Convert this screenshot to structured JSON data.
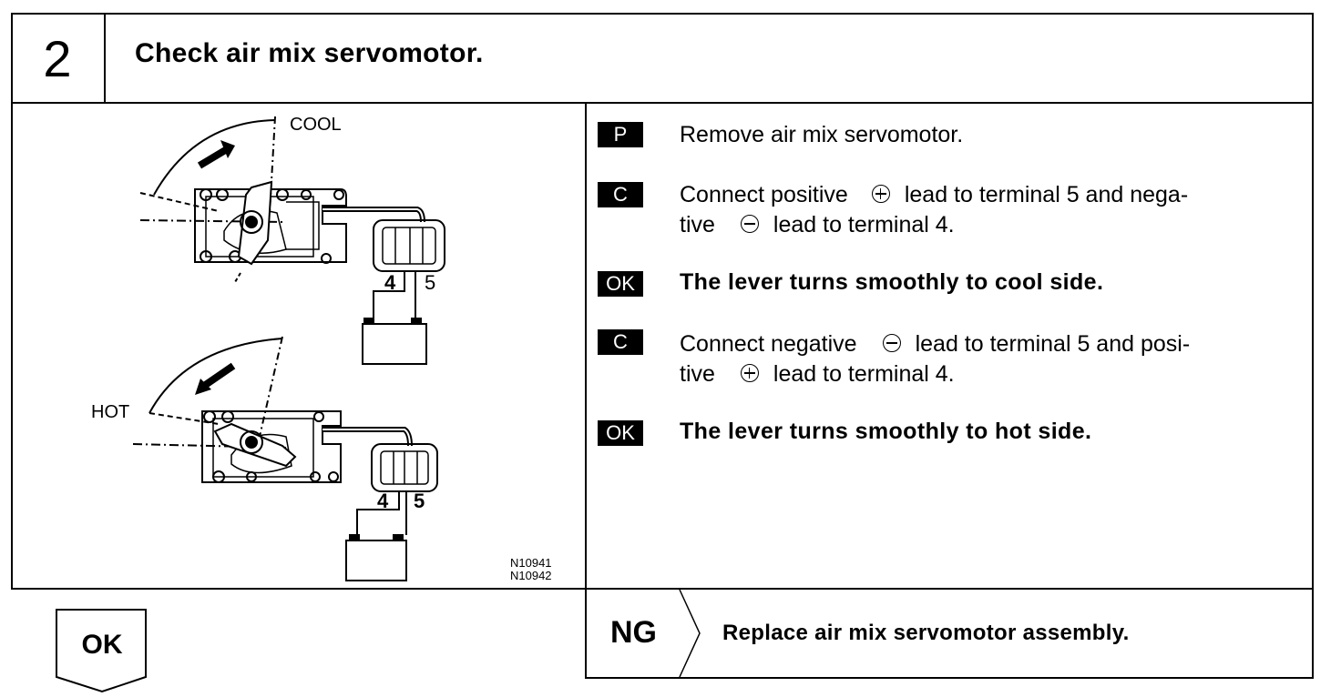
{
  "header": {
    "step_number": "2",
    "title": "Check air mix servomotor."
  },
  "diagram": {
    "label_cool": "COOL",
    "label_hot": "HOT",
    "terminal_4": "4",
    "terminal_5": "5",
    "figure_codes": [
      "N10941",
      "N10942"
    ]
  },
  "steps": [
    {
      "badge": "P",
      "text": "Remove air mix servomotor."
    },
    {
      "badge": "C",
      "line1_pre": "Connect positive",
      "line1_post": "lead to terminal 5 and nega-",
      "line2_pre": "tive",
      "line2_post": "lead to terminal 4."
    },
    {
      "badge": "OK",
      "text": "The lever turns smoothly to cool side."
    },
    {
      "badge": "C",
      "line1_pre": "Connect negative",
      "line1_post": "lead to terminal 5 and posi-",
      "line2_pre": "tive",
      "line2_post": "lead to terminal 4."
    },
    {
      "badge": "OK",
      "text": "The lever turns smoothly to hot side."
    }
  ],
  "footer": {
    "ng_label": "NG",
    "ng_action": "Replace air mix servomotor assembly.",
    "ok_label": "OK"
  }
}
